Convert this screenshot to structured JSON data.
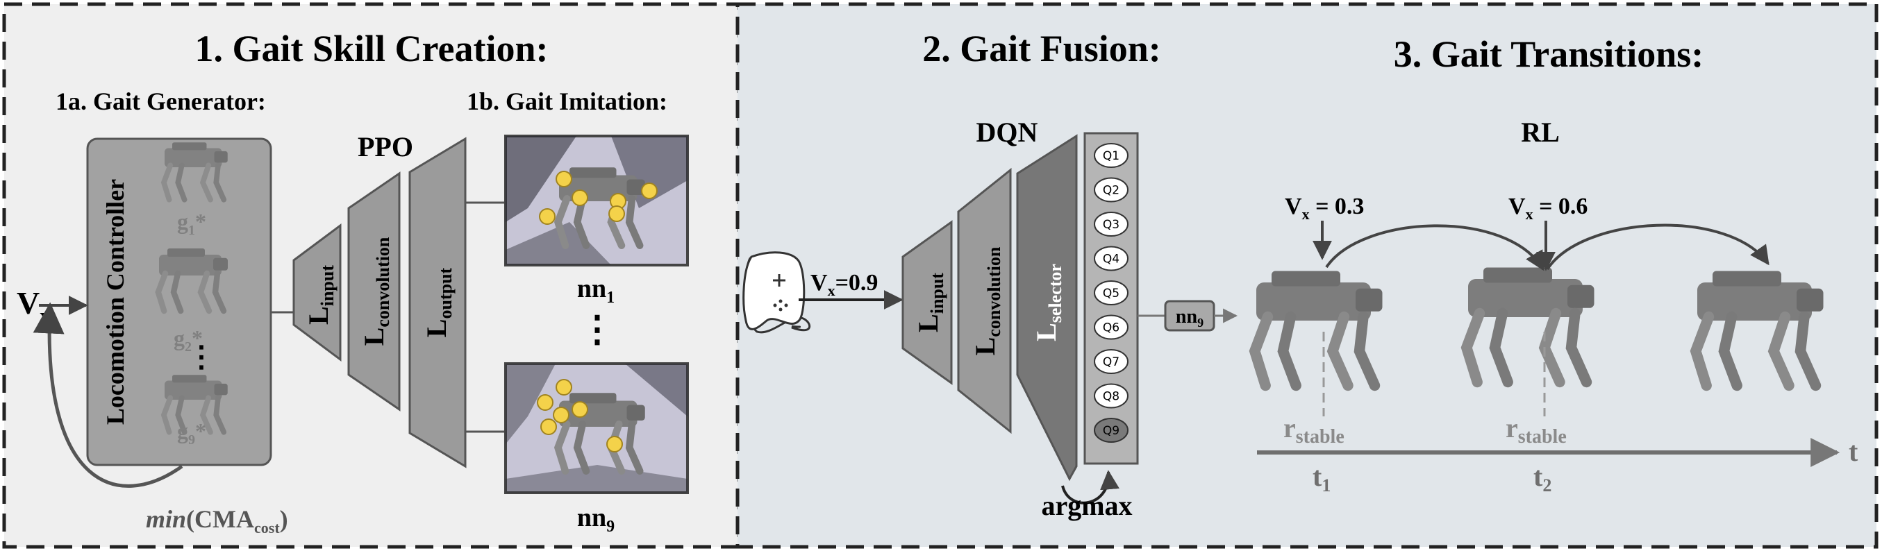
{
  "panel1": {
    "title": "1. Gait Skill Creation:",
    "generator_label": "1a. Gait Generator:",
    "imitation_label": "1b. Gait Imitation:",
    "ppo_label": "PPO",
    "controller_label": "Locomotion Controller",
    "vx_main": "V",
    "vx_sub": "x",
    "gaits": [
      {
        "main": "g",
        "sub": "1",
        "suffix": "*"
      },
      {
        "main": "g",
        "sub": "2",
        "suffix": "*"
      },
      {
        "main": "g",
        "sub": "9",
        "suffix": "*"
      }
    ],
    "vdots": "⋮",
    "min_label": "min",
    "cma_main": "(CMA",
    "cma_sub": "cost",
    "cma_close": ")",
    "layers": [
      {
        "main": "L",
        "sub": "input"
      },
      {
        "main": "L",
        "sub": "convolution"
      },
      {
        "main": "L",
        "sub": "output"
      }
    ],
    "nn_top": {
      "main": "nn",
      "sub": "1"
    },
    "nn_bottom": {
      "main": "nn",
      "sub": "9"
    },
    "nn_dots": "⋮"
  },
  "panel2": {
    "fusion_title": "2. Gait Fusion:",
    "transitions_title": "3. Gait Transitions:",
    "dqn_label": "DQN",
    "rl_label": "RL",
    "cmd_vx_main": "V",
    "cmd_vx_sub": "x",
    "cmd_vx_val": "=0.9",
    "layers": [
      {
        "main": "L",
        "sub": "input"
      },
      {
        "main": "L",
        "sub": "convolution"
      },
      {
        "main": "L",
        "sub": "selector"
      }
    ],
    "q_values": [
      "Q1",
      "Q2",
      "Q3",
      "Q4",
      "Q5",
      "Q6",
      "Q7",
      "Q8",
      "Q9"
    ],
    "argmax_label": "argmax",
    "nn_out": {
      "main": "nn",
      "sub": "9"
    },
    "vx1": {
      "main": "V",
      "sub": "x",
      "val": " = 0.3"
    },
    "vx2": {
      "main": "V",
      "sub": "x",
      "val": " = 0.6"
    },
    "r1": {
      "main": "r",
      "sub": "stable"
    },
    "r2": {
      "main": "r",
      "sub": "stable"
    },
    "t1": {
      "main": "t",
      "sub": "1"
    },
    "t2": {
      "main": "t",
      "sub": "2"
    },
    "t_axis": "t"
  },
  "colors": {
    "panel1_bg": "#efefef",
    "panel2_bg": "#e1e6ea",
    "layer_fill": "#9b9b9b",
    "selector_fill": "#777777",
    "stroke": "#555555",
    "joint": "#f4d24a"
  }
}
